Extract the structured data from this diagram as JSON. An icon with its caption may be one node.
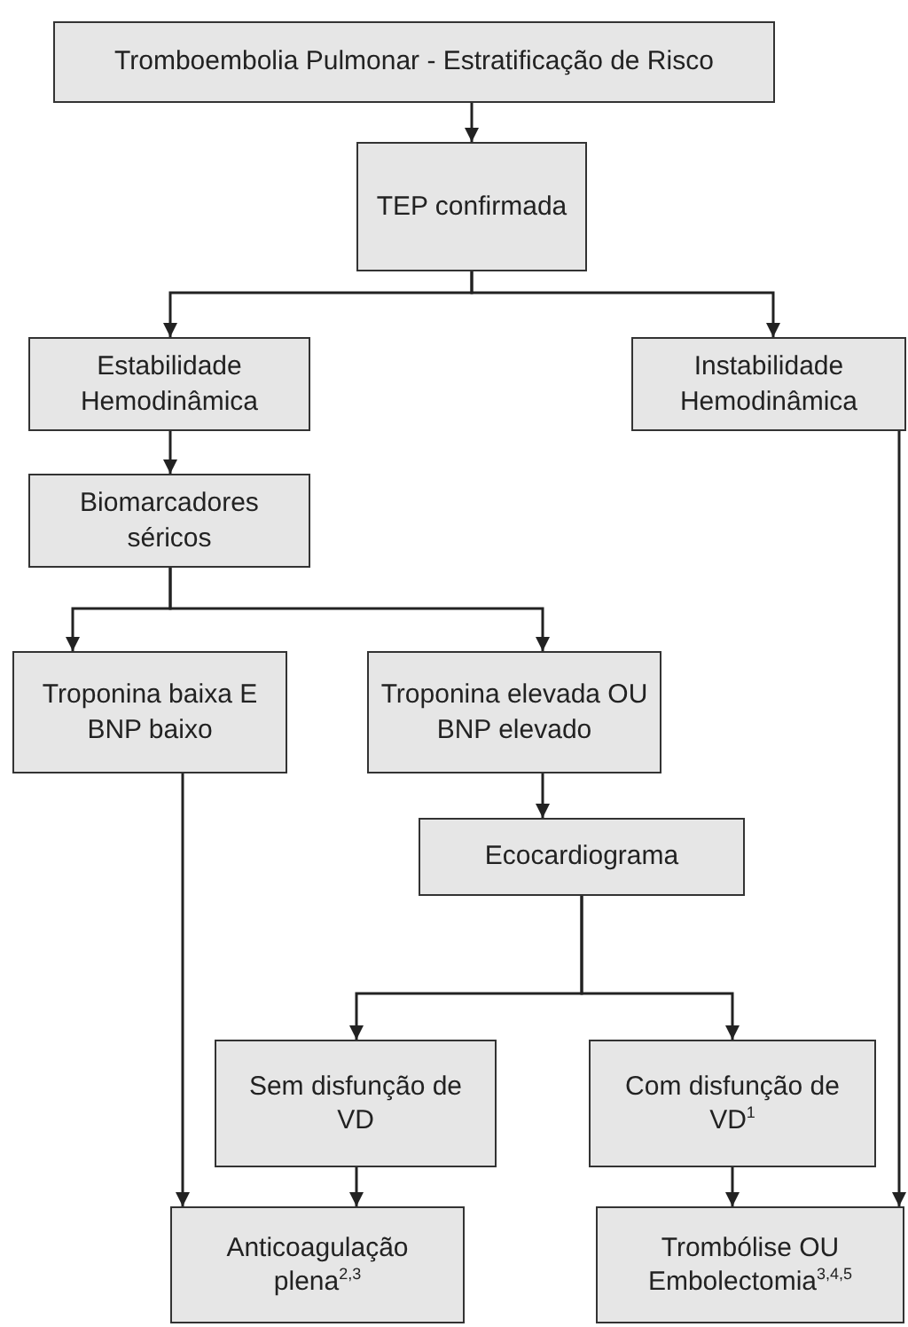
{
  "diagram": {
    "nodes": [
      {
        "text": [
          "Tromboembolia Pulmonar - Estratificação de Risco"
        ]
      },
      {
        "text": [
          "TEP confirmada"
        ]
      },
      {
        "text": [
          "Estabilidade Hemodinâmica"
        ]
      },
      {
        "text": [
          "Instabilidade Hemodinâmica"
        ]
      },
      {
        "text": [
          "Biomarcadores séricos"
        ]
      },
      {
        "text": [
          "Troponina baixa E BNP baixo"
        ]
      },
      {
        "text": [
          "Troponina elevada OU BNP elevado"
        ]
      },
      {
        "text": [
          "Ecocardiograma"
        ]
      },
      {
        "text": [
          "Sem disfunção de VD"
        ]
      },
      {
        "text": [
          "Com disfunção de VD$^{1}$"
        ]
      },
      {
        "text": [
          "Anticoagulação plena$^{2,3}$"
        ]
      },
      {
        "text": [
          "Trombólise OU Embolectomia$^{3,4,5}$"
        ]
      }
    ],
    "edges": [
      {
        "from": 0,
        "to": 1,
        "arrow": "to"
      },
      {
        "from": 1,
        "to": 2,
        "arrow": "to"
      },
      {
        "from": 1,
        "to": 3,
        "arrow": "to"
      },
      {
        "from": 2,
        "to": 4,
        "arrow": "to"
      },
      {
        "from": 4,
        "to": 5,
        "arrow": "to"
      },
      {
        "from": 4,
        "to": 6,
        "arrow": "to"
      },
      {
        "from": 6,
        "to": 7,
        "arrow": "to"
      },
      {
        "from": 7,
        "to": 8,
        "arrow": "to"
      },
      {
        "from": 7,
        "to": 9,
        "arrow": "to"
      },
      {
        "from": 5,
        "to": 10,
        "arrow": "to"
      },
      {
        "from": 8,
        "to": 10,
        "arrow": "to"
      },
      {
        "from": 9,
        "to": 11,
        "arrow": "to"
      },
      {
        "from": 3,
        "to": 11,
        "arrow": "to"
      }
    ]
  }
}
